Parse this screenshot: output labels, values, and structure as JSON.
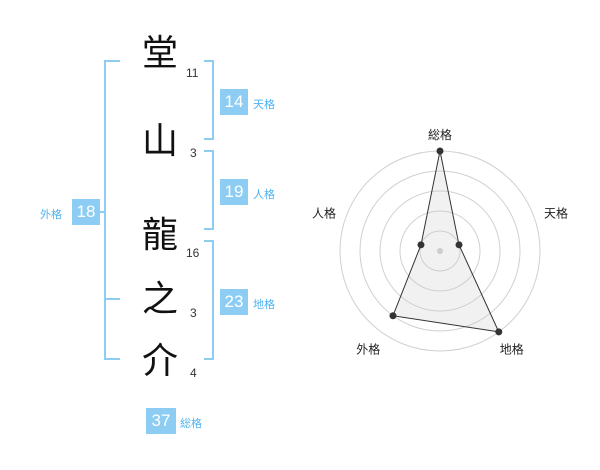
{
  "name": {
    "chars": [
      {
        "char": "堂",
        "strokes": "11"
      },
      {
        "char": "山",
        "strokes": "3"
      },
      {
        "char": "龍",
        "strokes": "16"
      },
      {
        "char": "之",
        "strokes": "3"
      },
      {
        "char": "介",
        "strokes": "4"
      }
    ]
  },
  "fortunes": {
    "tenkaku": {
      "value": "14",
      "label": "天格"
    },
    "jinkaku": {
      "value": "19",
      "label": "人格"
    },
    "chikaku": {
      "value": "23",
      "label": "地格"
    },
    "gaikaku": {
      "value": "18",
      "label": "外格"
    },
    "soukaku": {
      "value": "37",
      "label": "総格"
    }
  },
  "colors": {
    "accent": "#8ecdf3",
    "accent_text": "#4fb3ef"
  },
  "chart_data": {
    "type": "radar",
    "axes": [
      "総格",
      "天格",
      "地格",
      "外格",
      "人格"
    ],
    "values": [
      5,
      1,
      5,
      4,
      1
    ],
    "rmax": 5,
    "rings": 5
  }
}
